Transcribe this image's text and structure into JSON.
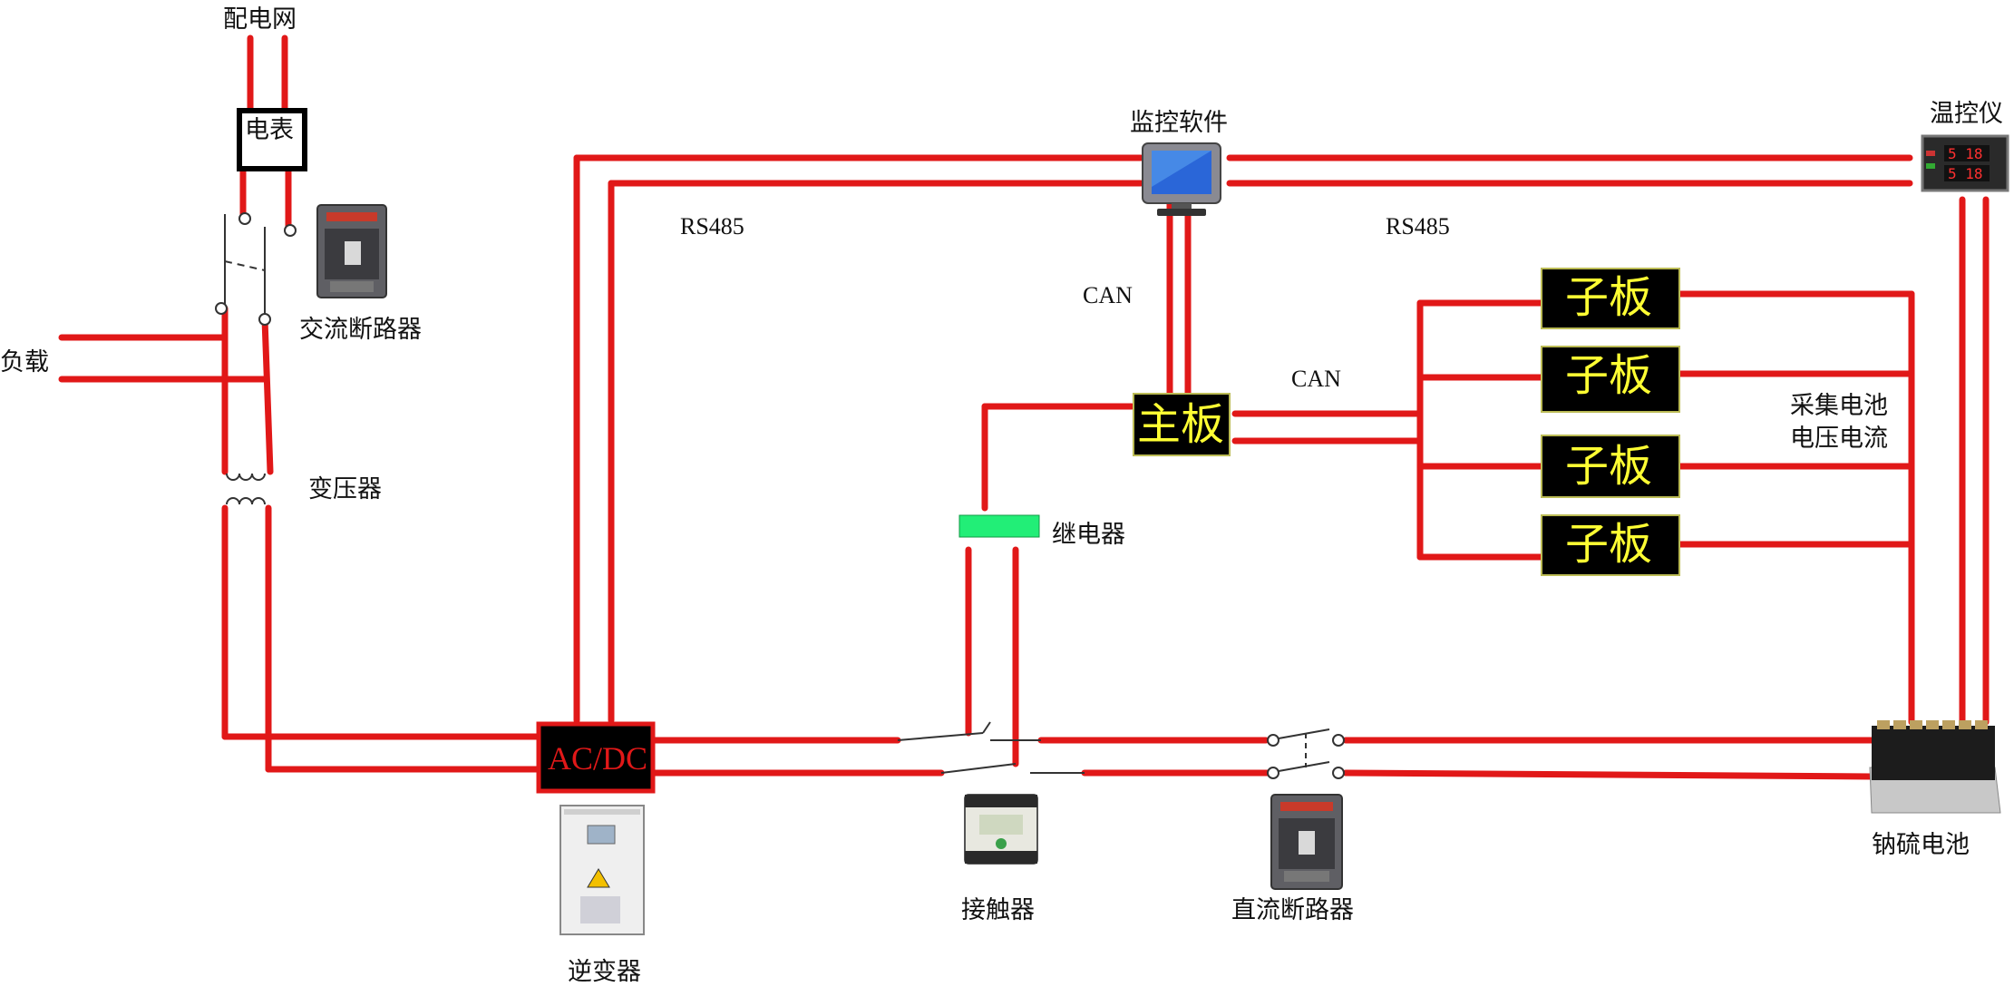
{
  "labels": {
    "grid": "配电网",
    "meter": "电表",
    "ac_breaker": "交流断路器",
    "load": "负载",
    "transformer": "变压器",
    "inverter": "逆变器",
    "ac_dc": "AC/DC",
    "monitor_software": "监控软件",
    "rs485_left": "RS485",
    "rs485_right": "RS485",
    "can_upper": "CAN",
    "can_right": "CAN",
    "mainboard": "主板",
    "relay": "继电器",
    "contactor": "接触器",
    "dc_breaker": "直流断路器",
    "temp_controller": "温控仪",
    "sub_boards": [
      "子板",
      "子板",
      "子板",
      "子板"
    ],
    "collect_line1": "采集电池",
    "collect_line2": "电压电流",
    "battery": "钠硫电池",
    "temp_display_top": "5 18",
    "temp_display_bottom": "5 18"
  },
  "colors": {
    "wire": "#e11818",
    "board_bg": "#000000",
    "board_text": "#ffff33",
    "relay": "#22ee77"
  }
}
